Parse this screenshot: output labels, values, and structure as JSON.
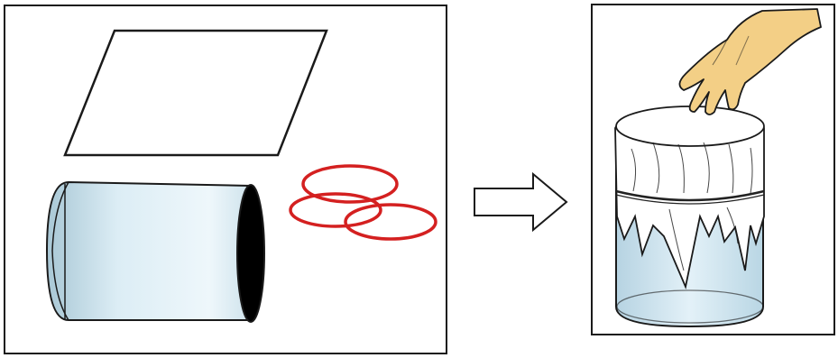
{
  "figure": {
    "left_panel": {
      "items": [
        "paper-sheet",
        "cylinder-can",
        "rubber-bands"
      ]
    },
    "arrow": "right-arrow",
    "right_panel": {
      "items": [
        "hand",
        "paper-covered-can",
        "rubber-band-tie"
      ]
    },
    "colors": {
      "outline": "#1a1a1a",
      "can_fill": "#cfe6f1",
      "can_highlight": "#eef7fb",
      "rubber_band": "#d42020",
      "hand": "#f3cf86",
      "paper": "#ffffff"
    }
  }
}
